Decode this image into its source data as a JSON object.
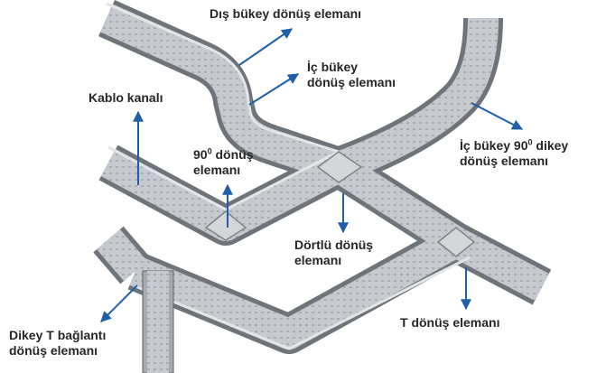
{
  "labels": {
    "dis_bukey": "Dış bükey dönüş elemanı",
    "ic_bukey_line1": "İç bükey",
    "ic_bukey_line2": "dönüş elemanı",
    "kablo_kanali": "Kablo kanalı",
    "doksan_line1_num": "90",
    "doksan_line1_sup": "0",
    "doksan_line1_rest": " dönüş",
    "doksan_line2": "elemanı",
    "ic_bukey_90_line1_a": "İç bükey 90",
    "ic_bukey_90_line1_sup": "0",
    "ic_bukey_90_line1_b": " dikey",
    "ic_bukey_90_line2": "dönüş elemanı",
    "dortlu_line1": "Dörtlü dönüş",
    "dortlu_line2": "elemanı",
    "t_donus": "T dönüş elemanı",
    "dikey_t_line1": "Dikey T bağlantı",
    "dikey_t_line2": "dönüş elemanı"
  },
  "colors": {
    "arrow": "#1f5fa8",
    "tray_top": "#c9ccd0",
    "tray_side": "#8e9399",
    "tray_edge": "#5d6167",
    "text": "#262626"
  }
}
